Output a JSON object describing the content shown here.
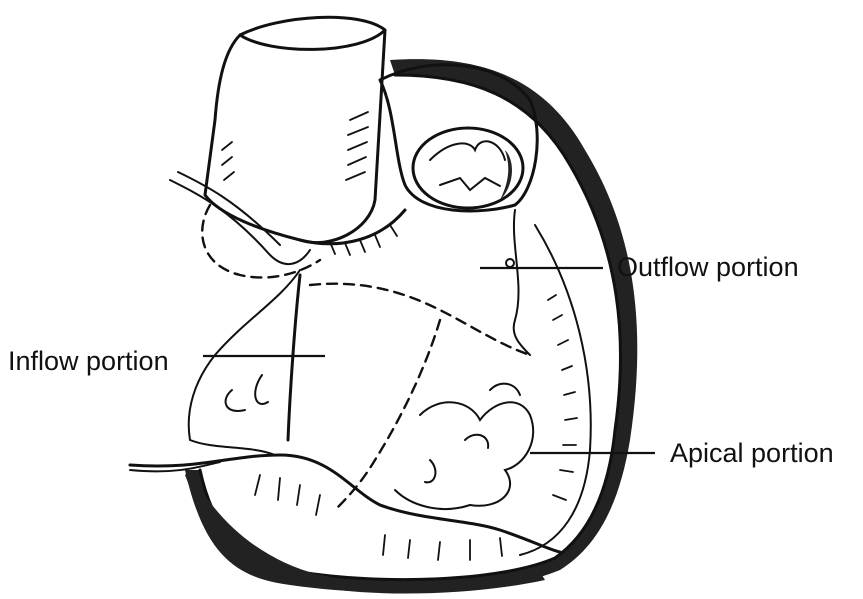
{
  "labels": {
    "outflow": "Outflow portion",
    "inflow": "Inflow portion",
    "apical": "Apical portion"
  }
}
